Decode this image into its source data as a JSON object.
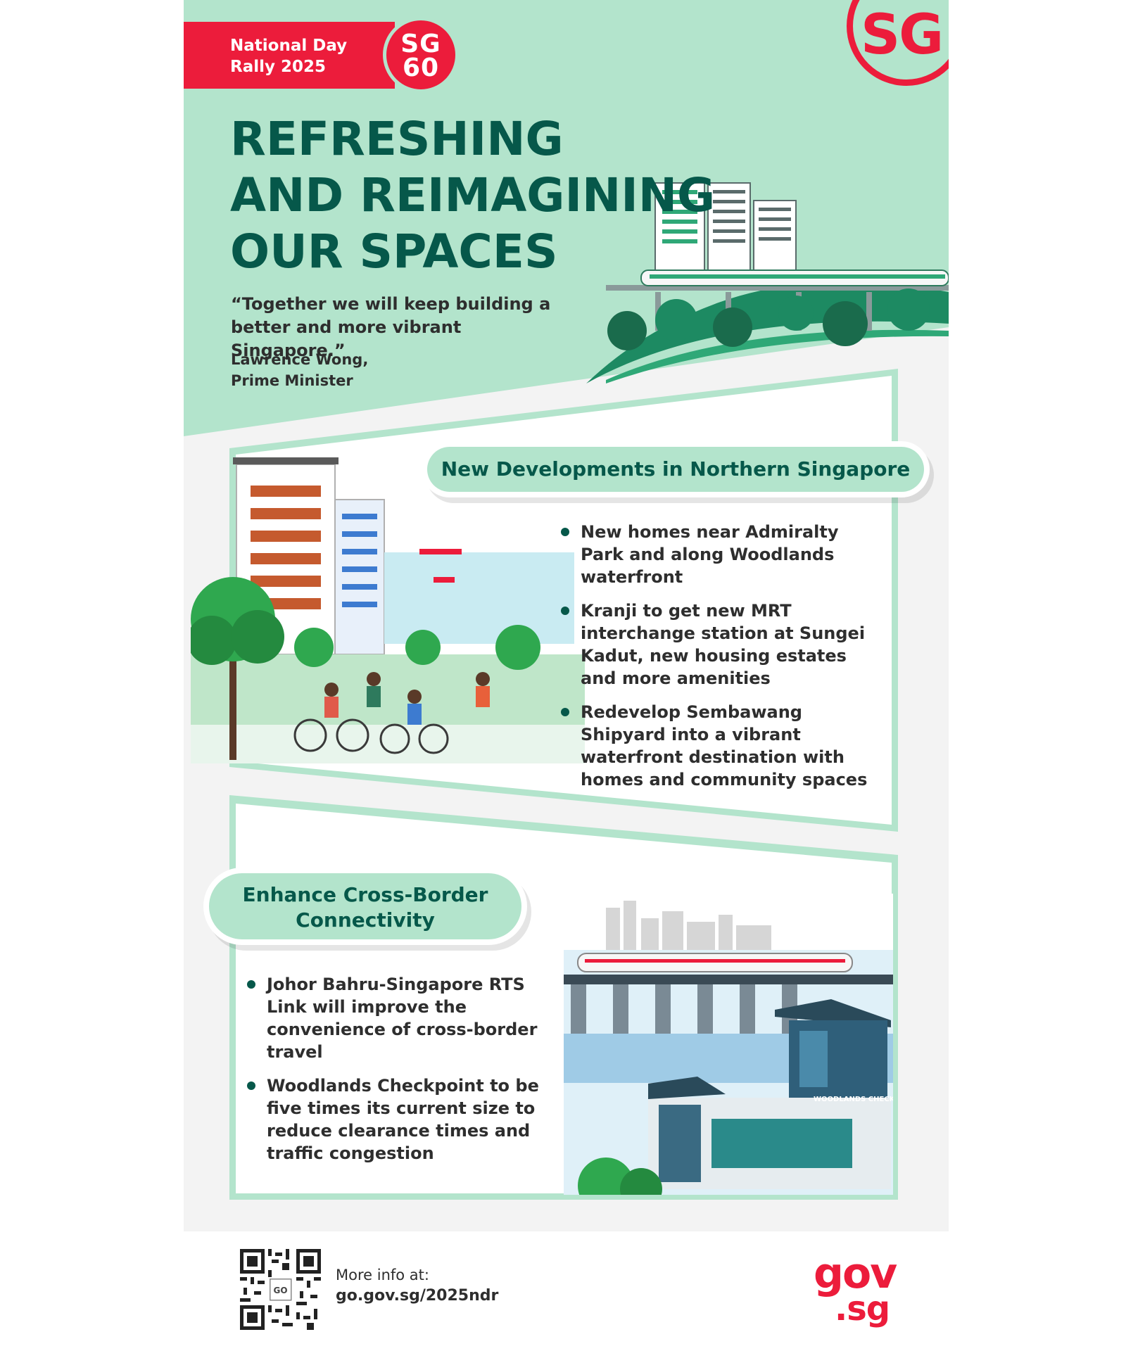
{
  "banner": {
    "line1": "National Day",
    "line2": "Rally 2025",
    "badge_top": "SG",
    "badge_bottom": "60",
    "corner_logo": "SG"
  },
  "headline": {
    "line1": "REFRESHING",
    "line2": "AND REIMAGINING",
    "line3": "OUR SPACES"
  },
  "quote": {
    "text": "“Together we will keep building a better and more vibrant Singapore.”",
    "author_name": "Lawrence Wong,",
    "author_title": "Prime Minister"
  },
  "section_north": {
    "title": "New Developments in Northern Singapore",
    "bullets": [
      "New homes near Admiralty Park and along Woodlands waterfront",
      "Kranji to get new MRT interchange station at Sungei Kadut, new housing estates and more amenities",
      "Redevelop Sembawang Shipyard into a vibrant waterfront destination with homes and community spaces"
    ]
  },
  "section_border": {
    "title_line1": "Enhance Cross-Border",
    "title_line2": "Connectivity",
    "bullets": [
      "Johor Bahru-Singapore RTS Link will improve the convenience of cross-border travel",
      "Woodlands Checkpoint to be five times its current size to reduce clearance times and traffic congestion"
    ],
    "building_sign": "WOODLANDS CHECKPOINT"
  },
  "footer": {
    "more_label": "More info at:",
    "more_url": "go.gov.sg/2025ndr",
    "brand_top": "gov",
    "brand_bottom": ".sg",
    "qr_caption": "GO"
  },
  "colors": {
    "mint": "#b3e4cc",
    "dark_green": "#06584a",
    "red": "#ec1c3b",
    "grey_bg": "#f3f3f3",
    "text": "#2e2e2e"
  },
  "icons": [
    "qr-code-icon",
    "gov-sg-logo",
    "sg60-logo",
    "sg-logo"
  ]
}
